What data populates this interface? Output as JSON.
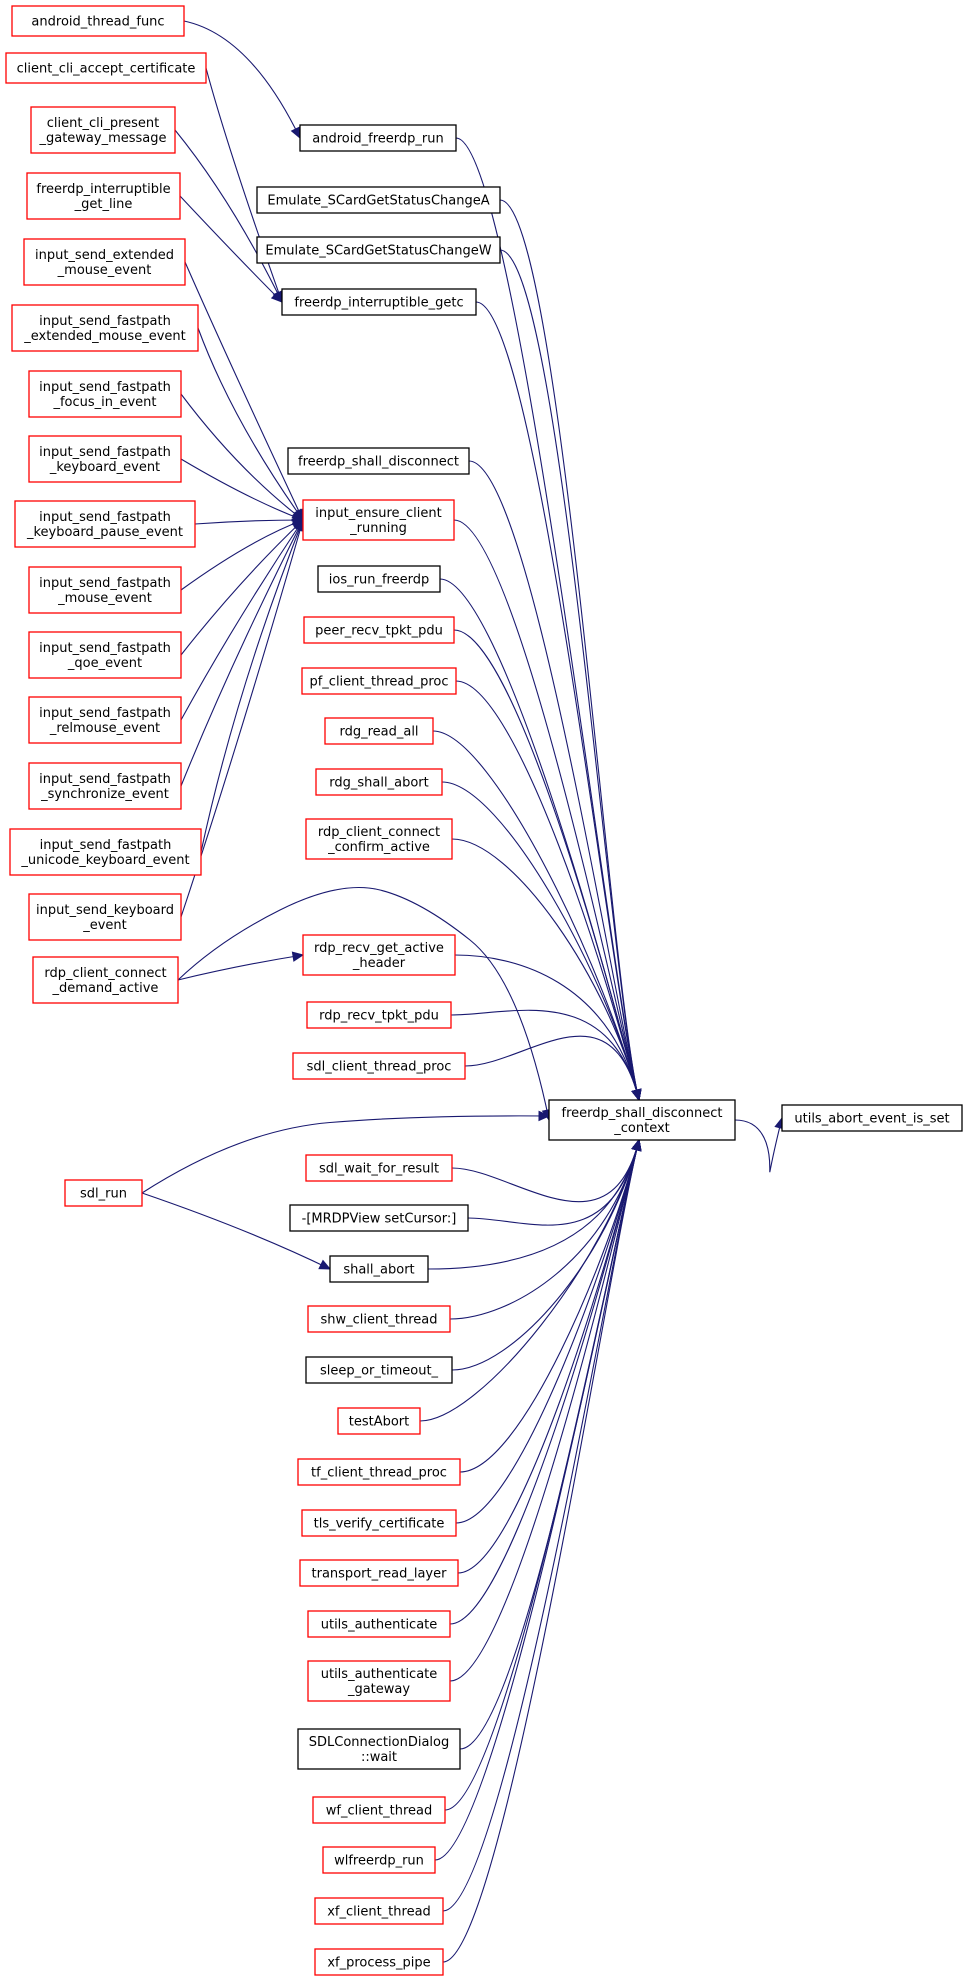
{
  "colors": {
    "edge": "#191970",
    "border_red": "#ff0000",
    "border_black": "#000000",
    "highlight_fill": "#bfbfbf",
    "background": "#ffffff"
  },
  "nodes": [
    {
      "id": "n1",
      "lines": [
        "android_thread_func"
      ],
      "border": "red"
    },
    {
      "id": "n2",
      "lines": [
        "client_cli_accept_certificate"
      ],
      "border": "red"
    },
    {
      "id": "n3",
      "lines": [
        "client_cli_present",
        "_gateway_message"
      ],
      "border": "red"
    },
    {
      "id": "n4",
      "lines": [
        "freerdp_interruptible",
        "_get_line"
      ],
      "border": "red"
    },
    {
      "id": "n5",
      "lines": [
        "input_send_extended",
        "_mouse_event"
      ],
      "border": "red"
    },
    {
      "id": "n6",
      "lines": [
        "input_send_fastpath",
        "_extended_mouse_event"
      ],
      "border": "red"
    },
    {
      "id": "n7",
      "lines": [
        "input_send_fastpath",
        "_focus_in_event"
      ],
      "border": "red"
    },
    {
      "id": "n8",
      "lines": [
        "input_send_fastpath",
        "_keyboard_event"
      ],
      "border": "red"
    },
    {
      "id": "n9",
      "lines": [
        "input_send_fastpath",
        "_keyboard_pause_event"
      ],
      "border": "red"
    },
    {
      "id": "n10",
      "lines": [
        "input_send_fastpath",
        "_mouse_event"
      ],
      "border": "red"
    },
    {
      "id": "n11",
      "lines": [
        "input_send_fastpath",
        "_qoe_event"
      ],
      "border": "red"
    },
    {
      "id": "n12",
      "lines": [
        "input_send_fastpath",
        "_relmouse_event"
      ],
      "border": "red"
    },
    {
      "id": "n13",
      "lines": [
        "input_send_fastpath",
        "_synchronize_event"
      ],
      "border": "red"
    },
    {
      "id": "n14",
      "lines": [
        "input_send_fastpath",
        "_unicode_keyboard_event"
      ],
      "border": "red"
    },
    {
      "id": "n15",
      "lines": [
        "input_send_keyboard",
        "_event"
      ],
      "border": "red"
    },
    {
      "id": "n16",
      "lines": [
        "rdp_client_connect",
        "_demand_active"
      ],
      "border": "red"
    },
    {
      "id": "n17",
      "lines": [
        "sdl_run"
      ],
      "border": "red"
    },
    {
      "id": "m1",
      "lines": [
        "android_freerdp_run"
      ],
      "border": "black"
    },
    {
      "id": "m2",
      "lines": [
        "Emulate_SCardGetStatusChangeA"
      ],
      "border": "black"
    },
    {
      "id": "m3",
      "lines": [
        "Emulate_SCardGetStatusChangeW"
      ],
      "border": "black"
    },
    {
      "id": "m4",
      "lines": [
        "freerdp_interruptible_getc"
      ],
      "border": "black"
    },
    {
      "id": "m5",
      "lines": [
        "freerdp_shall_disconnect"
      ],
      "border": "black"
    },
    {
      "id": "m6",
      "lines": [
        "input_ensure_client",
        "_running"
      ],
      "border": "red"
    },
    {
      "id": "m7",
      "lines": [
        "ios_run_freerdp"
      ],
      "border": "black"
    },
    {
      "id": "m8",
      "lines": [
        "peer_recv_tpkt_pdu"
      ],
      "border": "red"
    },
    {
      "id": "m9",
      "lines": [
        "pf_client_thread_proc"
      ],
      "border": "red"
    },
    {
      "id": "m10",
      "lines": [
        "rdg_read_all"
      ],
      "border": "red"
    },
    {
      "id": "m11",
      "lines": [
        "rdg_shall_abort"
      ],
      "border": "red"
    },
    {
      "id": "m12",
      "lines": [
        "rdp_client_connect",
        "_confirm_active"
      ],
      "border": "red"
    },
    {
      "id": "m13",
      "lines": [
        "rdp_recv_get_active",
        "_header"
      ],
      "border": "red"
    },
    {
      "id": "m14",
      "lines": [
        "rdp_recv_tpkt_pdu"
      ],
      "border": "red"
    },
    {
      "id": "m15",
      "lines": [
        "sdl_client_thread_proc"
      ],
      "border": "red"
    },
    {
      "id": "m16",
      "lines": [
        "sdl_wait_for_result"
      ],
      "border": "red"
    },
    {
      "id": "m17",
      "lines": [
        "-[MRDPView setCursor:]"
      ],
      "border": "black"
    },
    {
      "id": "m18",
      "lines": [
        "shall_abort"
      ],
      "border": "black"
    },
    {
      "id": "m19",
      "lines": [
        "shw_client_thread"
      ],
      "border": "red"
    },
    {
      "id": "m20",
      "lines": [
        "sleep_or_timeout_"
      ],
      "border": "black"
    },
    {
      "id": "m21",
      "lines": [
        "testAbort"
      ],
      "border": "red"
    },
    {
      "id": "m22",
      "lines": [
        "tf_client_thread_proc"
      ],
      "border": "red"
    },
    {
      "id": "m23",
      "lines": [
        "tls_verify_certificate"
      ],
      "border": "red"
    },
    {
      "id": "m24",
      "lines": [
        "transport_read_layer"
      ],
      "border": "red"
    },
    {
      "id": "m25",
      "lines": [
        "utils_authenticate"
      ],
      "border": "red"
    },
    {
      "id": "m26",
      "lines": [
        "utils_authenticate",
        "_gateway"
      ],
      "border": "red"
    },
    {
      "id": "m27",
      "lines": [
        "SDLConnectionDialog",
        "::wait"
      ],
      "border": "black"
    },
    {
      "id": "m28",
      "lines": [
        "wf_client_thread"
      ],
      "border": "red"
    },
    {
      "id": "m29",
      "lines": [
        "wlfreerdp_run"
      ],
      "border": "red"
    },
    {
      "id": "m30",
      "lines": [
        "xf_client_thread"
      ],
      "border": "red"
    },
    {
      "id": "m31",
      "lines": [
        "xf_process_pipe"
      ],
      "border": "red"
    },
    {
      "id": "c",
      "lines": [
        "freerdp_shall_disconnect",
        "_context"
      ],
      "border": "black"
    },
    {
      "id": "t",
      "lines": [
        "utils_abort_event_is_set"
      ],
      "border": "black",
      "highlight": true
    }
  ],
  "edges": [
    {
      "from": "c",
      "to": "t"
    },
    {
      "from": "n1",
      "to": "m1"
    },
    {
      "from": "n2",
      "to": "m4"
    },
    {
      "from": "n3",
      "to": "m4"
    },
    {
      "from": "n4",
      "to": "m4"
    },
    {
      "from": "n5",
      "to": "m6"
    },
    {
      "from": "n6",
      "to": "m6"
    },
    {
      "from": "n7",
      "to": "m6"
    },
    {
      "from": "n8",
      "to": "m6"
    },
    {
      "from": "n9",
      "to": "m6"
    },
    {
      "from": "n10",
      "to": "m6"
    },
    {
      "from": "n11",
      "to": "m6"
    },
    {
      "from": "n12",
      "to": "m6"
    },
    {
      "from": "n13",
      "to": "m6"
    },
    {
      "from": "n14",
      "to": "m6"
    },
    {
      "from": "n15",
      "to": "m6"
    },
    {
      "from": "n16",
      "to": "m13"
    },
    {
      "from": "n16",
      "to": "c"
    },
    {
      "from": "n17",
      "to": "c"
    },
    {
      "from": "n17",
      "to": "m18"
    },
    {
      "from": "m1",
      "to": "c"
    },
    {
      "from": "m2",
      "to": "c"
    },
    {
      "from": "m3",
      "to": "c"
    },
    {
      "from": "m4",
      "to": "c"
    },
    {
      "from": "m5",
      "to": "c"
    },
    {
      "from": "m6",
      "to": "c"
    },
    {
      "from": "m7",
      "to": "c"
    },
    {
      "from": "m8",
      "to": "c"
    },
    {
      "from": "m9",
      "to": "c"
    },
    {
      "from": "m10",
      "to": "c"
    },
    {
      "from": "m11",
      "to": "c"
    },
    {
      "from": "m12",
      "to": "c"
    },
    {
      "from": "m13",
      "to": "c"
    },
    {
      "from": "m14",
      "to": "c"
    },
    {
      "from": "m15",
      "to": "c"
    },
    {
      "from": "m16",
      "to": "c"
    },
    {
      "from": "m17",
      "to": "c"
    },
    {
      "from": "m18",
      "to": "c"
    },
    {
      "from": "m19",
      "to": "c"
    },
    {
      "from": "m20",
      "to": "c"
    },
    {
      "from": "m21",
      "to": "c"
    },
    {
      "from": "m22",
      "to": "c"
    },
    {
      "from": "m23",
      "to": "c"
    },
    {
      "from": "m24",
      "to": "c"
    },
    {
      "from": "m25",
      "to": "c"
    },
    {
      "from": "m26",
      "to": "c"
    },
    {
      "from": "m27",
      "to": "c"
    },
    {
      "from": "m28",
      "to": "c"
    },
    {
      "from": "m29",
      "to": "c"
    },
    {
      "from": "m30",
      "to": "c"
    },
    {
      "from": "m31",
      "to": "c"
    }
  ]
}
